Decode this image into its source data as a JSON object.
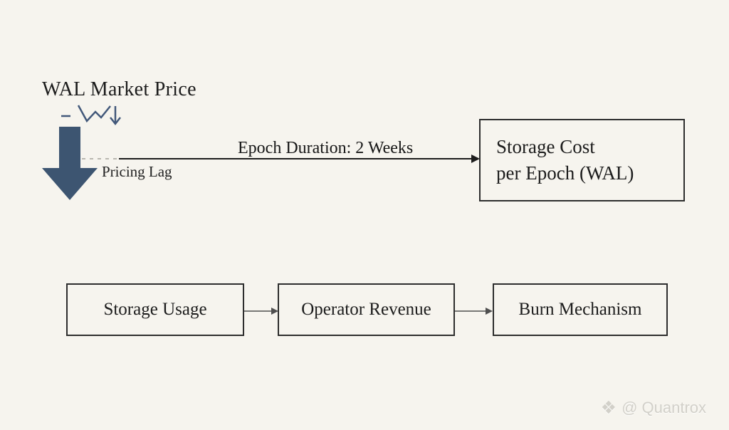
{
  "diagram": {
    "market_price": {
      "title": "WAL Market Price",
      "pricing_lag_label": "Pricing Lag"
    },
    "epoch_arrow": {
      "label": "Epoch Duration: 2 Weeks"
    },
    "storage_cost_box": {
      "line1": "Storage Cost",
      "line2": "per Epoch (WAL)"
    },
    "flow_boxes": [
      {
        "label": "Storage Usage"
      },
      {
        "label": "Operator Revenue"
      },
      {
        "label": "Burn Mechanism"
      }
    ]
  },
  "watermark": {
    "icon_glyph": "❖",
    "handle": "@ Quantrox"
  },
  "colors": {
    "background": "#f6f4ee",
    "arrow_slate": "#3d5571",
    "downtrend_stroke": "#42587a",
    "text": "#1c1c1c",
    "box_border": "#2d2d2d",
    "connector_dark": "#1d1d1d",
    "connector_gray": "#4f4f4f",
    "dotted_line": "#b9b7b0",
    "watermark": "#d2d0c9"
  }
}
